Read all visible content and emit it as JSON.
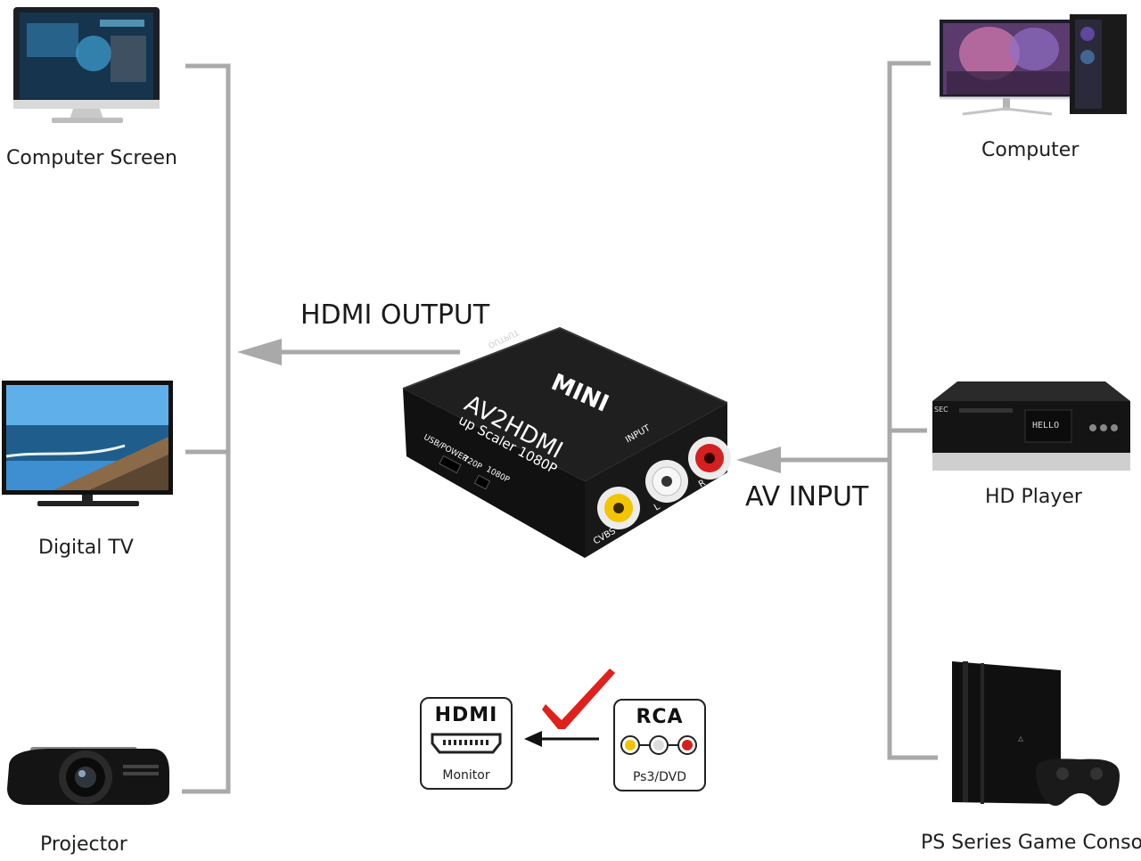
{
  "outputs": {
    "computer_screen": "Computer Screen",
    "digital_tv": "Digital TV",
    "projector": "Projector"
  },
  "inputs": {
    "computer": "Computer",
    "hd_player": "HD Player",
    "ps_console": "PS Series Game Console"
  },
  "center": {
    "hdmi_output": "HDMI OUTPUT",
    "av_input": "AV INPUT"
  },
  "device": {
    "brand": "MINI",
    "model": "AV2HDMI",
    "subtitle": "up Scaler 1080P",
    "output_label": "OUTPUT",
    "input_label": "INPUT",
    "usb_label": "USB/POWER",
    "res_720": "720P",
    "res_1080": "1080P",
    "port_cvbs": "CVBS",
    "port_l": "L",
    "port_r": "R",
    "player_brand": "SEC",
    "player_display": "HELLO"
  },
  "legend": {
    "hdmi_title": "HDMI",
    "hdmi_sub": "Monitor",
    "rca_title": "RCA",
    "rca_sub": "Ps3/DVD"
  },
  "colors": {
    "connector_line": "#a9a9a9",
    "check_red": "#e0201b",
    "rca_yellow": "#f2c500",
    "rca_red": "#d42020"
  }
}
